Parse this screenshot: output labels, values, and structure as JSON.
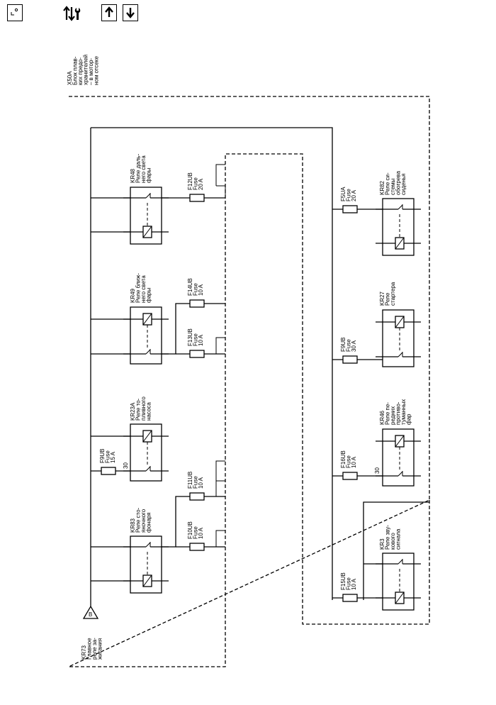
{
  "toolbar": {
    "items": [
      {
        "name": "connector-view-button",
        "icon": "connector-icon"
      },
      {
        "name": "wiring-tool-button",
        "icon": "wrench-arrows-icon"
      },
      {
        "name": "arrow-up-button",
        "icon": "arrow-up-icon"
      },
      {
        "name": "arrow-down-button",
        "icon": "arrow-down-icon"
      }
    ]
  },
  "diagram": {
    "box_label": [
      "X50A",
      "Блок плав-",
      "ких предо-",
      "хранителей",
      "– в мотор-",
      "ном отсеке"
    ],
    "ground_label": [
      "KR73",
      "Главное",
      "реле за-",
      "жигания"
    ],
    "ground_pin": "B",
    "pin30": "30",
    "relays": {
      "kr48": [
        "KR48",
        "Реле даль-",
        "него света",
        "фары"
      ],
      "kr49": [
        "KR49",
        "Реле ближ-",
        "него света",
        "фары"
      ],
      "kr23a": [
        "KR23A",
        "Реле то-",
        "пливного",
        "насоса"
      ],
      "kr83": [
        "KR83",
        "Реле сто-",
        "яночного",
        "фонаря"
      ],
      "kr82": [
        "KR82",
        "Реле си-",
        "стемы",
        "обогрева",
        "сиденья"
      ],
      "kr27": [
        "KR27",
        "Реле",
        "стартера"
      ],
      "kr46": [
        "KR46",
        "Реле пе-",
        "редних",
        "противо-",
        "туманных",
        "фар"
      ],
      "kr3": [
        "KR3",
        "Реле зву-",
        "кового",
        "сигнала"
      ]
    },
    "fuses": {
      "f12ub": [
        "F12UB",
        "Fuse",
        "20 A"
      ],
      "f14ub": [
        "F14UB",
        "Fuse",
        "10 A"
      ],
      "f13ub": [
        "F13UB",
        "Fuse",
        "10 A"
      ],
      "f9ub_left": [
        "F9UB",
        "Fuse",
        "15 A"
      ],
      "f11ub": [
        "F11UB",
        "Fuse",
        "10 A"
      ],
      "f10ub": [
        "F10UB",
        "Fuse",
        "10 A"
      ],
      "f5ua": [
        "F5UA",
        "Fuse",
        "20 A"
      ],
      "f9ub_right": [
        "F9UB",
        "Fuse",
        "30 A"
      ],
      "f16ub": [
        "F16UB",
        "Fuse",
        "10 A"
      ],
      "f15ub": [
        "F15UB",
        "Fuse",
        "10 A"
      ]
    }
  }
}
